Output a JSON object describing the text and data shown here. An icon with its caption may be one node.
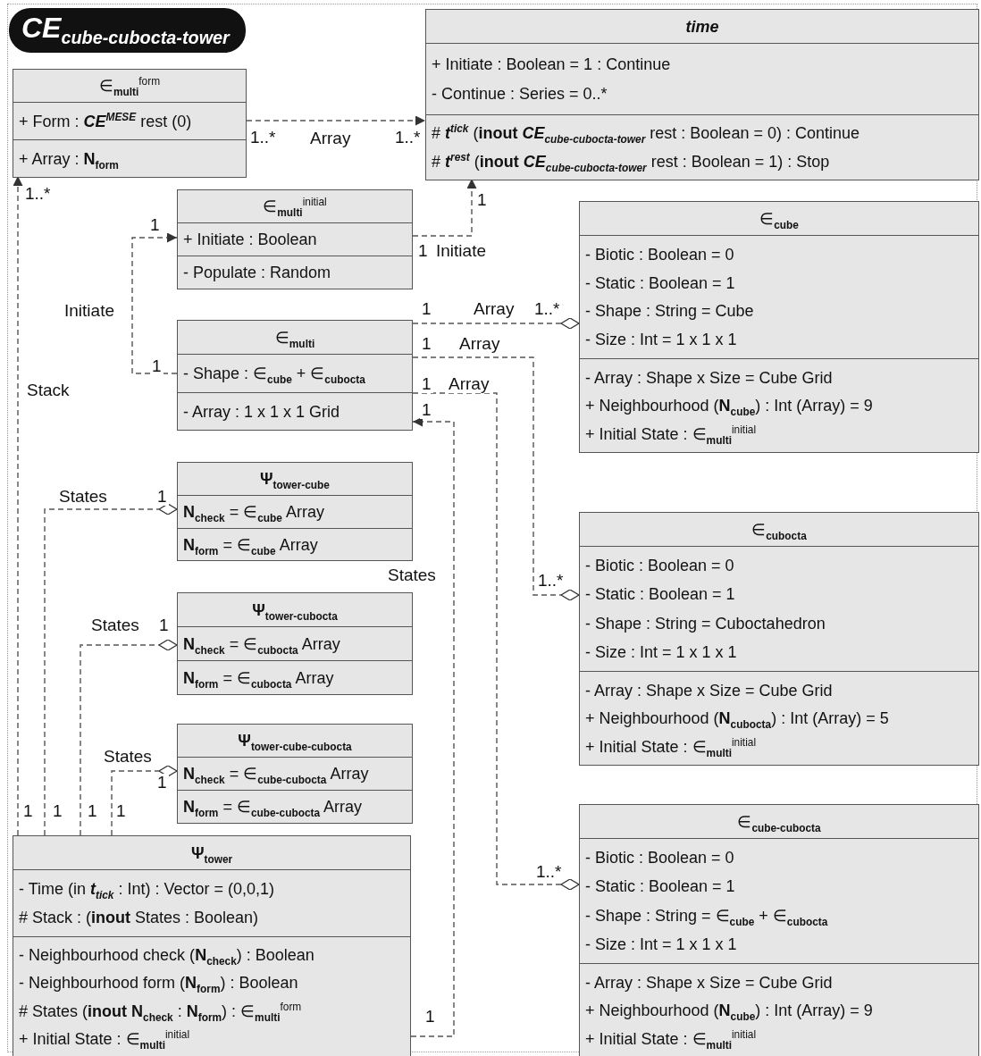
{
  "diagram": {
    "title": "CE$_{cube-cubocta-tower}$",
    "nodes": [
      {
        "text": [
          "∈$_{multi}$$^{form}$",
          "+ Form : *CE*$^{MESE}$ rest (0)",
          "+ Array : **N$_{form}$**"
        ]
      },
      {
        "text": [
          "time",
          "+ Initiate : Boolean = 1 : Continue",
          "- Continue : Series = 0..*",
          "# *t*$^{tick}$ (**inout** *CE*$_{cube-cubocta-tower}$ rest : Boolean = 0) : Continue",
          "# *t*$^{rest}$ (**inout** *CE*$_{cube-cubocta-tower}$ rest : Boolean = 1) : Stop"
        ]
      },
      {
        "text": [
          "∈$_{multi}$$^{initial}$",
          "+ Initiate : Boolean",
          "- Populate : Random"
        ]
      },
      {
        "text": [
          "∈$_{cube}$",
          "- Biotic : Boolean = 0",
          "- Static : Boolean = 1",
          "- Shape : String = Cube",
          "- Size : Int = 1 x 1 x 1",
          "- Array : Shape x Size = Cube Grid",
          "+ Neighbourhood (**N$_{cube}$**) : Int (Array) = 9",
          "+ Initial State : ∈$_{multi}$$^{initial}$"
        ]
      },
      {
        "text": [
          "∈$_{multi}$",
          "- Shape : ∈$_{cube}$ + ∈$_{cubocta}$",
          "- Array : 1 x 1 x 1 Grid"
        ]
      },
      {
        "text": [
          "**Ψ$_{tower-cube}$**",
          "**N$_{check}$** = ∈$_{cube}$ Array",
          "**N$_{form}$** = ∈$_{cube}$ Array"
        ]
      },
      {
        "text": [
          "∈$_{cubocta}$",
          "- Biotic : Boolean = 0",
          "- Static : Boolean = 1",
          "- Shape : String = Cuboctahedron",
          "- Size : Int = 1 x 1 x 1",
          "- Array : Shape x Size = Cube Grid",
          "+ Neighbourhood (**N$_{cubocta}$**) : Int (Array) = 5",
          "+ Initial State : ∈$_{multi}$$^{initial}$"
        ]
      },
      {
        "text": [
          "**Ψ$_{tower-cubocta}$**",
          "**N$_{check}$** = ∈$_{cubocta}$ Array",
          "**N$_{form}$** = ∈$_{cubocta}$ Array"
        ]
      },
      {
        "text": [
          "**Ψ$_{tower-cube-cubocta}$**",
          "**N$_{check}$** = ∈$_{cube-cubocta}$ Array",
          "**N$_{form}$** = ∈$_{cube-cubocta}$ Array"
        ]
      },
      {
        "text": [
          "∈$_{cube-cubocta}$",
          "- Biotic : Boolean = 0",
          "- Static : Boolean = 1",
          "- Shape : String = ∈$_{cube}$ + ∈$_{cubocta}$",
          "- Size : Int = 1 x 1 x 1",
          "- Array : Shape x Size = Cube Grid",
          "+ Neighbourhood (**N$_{cube}$**) : Int (Array) = 9",
          "+ Initial State : ∈$_{multi}$$^{initial}$"
        ]
      },
      {
        "text": [
          "**Ψ$_{tower}$**",
          "- Time (in *t*$_{tick}$ : Int) : Vector = (0,0,1)",
          "# Stack : (**inout** States : Boolean)",
          "- Neighbourhood check (**N$_{check}$**) : Boolean",
          "- Neighbourhood form (**N$_{form}$**) : Boolean",
          "# States (**inout N$_{check}$** : **N$_{form}$**) : ∈$_{multi}$$^{form}$",
          "+ Initial State : ∈$_{multi}$$^{initial}$"
        ]
      }
    ],
    "edges": [
      {
        "from": 0,
        "to": 1,
        "arrow": "to",
        "label": "Array",
        "style": "dashed"
      },
      {
        "from": 10,
        "to": 0,
        "arrow": "to",
        "label": "Stack",
        "style": "dashed"
      },
      {
        "from": 4,
        "to": 2,
        "arrow": "to",
        "label": "Initiate",
        "style": "dashed"
      },
      {
        "from": 2,
        "to": 1,
        "arrow": "to",
        "label": "Initiate",
        "style": "dashed"
      },
      {
        "from": 4,
        "to": 3,
        "arrow": "other",
        "label": "Array",
        "style": "dashed"
      },
      {
        "from": 4,
        "to": 6,
        "arrow": "other",
        "label": "Array",
        "style": "dashed"
      },
      {
        "from": 4,
        "to": 9,
        "arrow": "other",
        "label": "Array",
        "style": "dashed"
      },
      {
        "from": 10,
        "to": 4,
        "arrow": "to",
        "label": "States",
        "style": "dashed"
      },
      {
        "from": 10,
        "to": 5,
        "arrow": "other",
        "label": "States",
        "style": "dashed"
      },
      {
        "from": 10,
        "to": 7,
        "arrow": "other",
        "label": "States",
        "style": "dashed"
      },
      {
        "from": 10,
        "to": 8,
        "arrow": "other",
        "label": "States",
        "style": "dashed"
      }
    ],
    "labels": [
      "1..*",
      "1..*",
      "1..*",
      "1",
      "1",
      "1",
      "1",
      "1..*",
      "1",
      "1",
      "1",
      "1",
      "1",
      "1..*",
      "1",
      "1",
      "1",
      "1",
      "1",
      "1",
      "1..*",
      "1"
    ]
  }
}
